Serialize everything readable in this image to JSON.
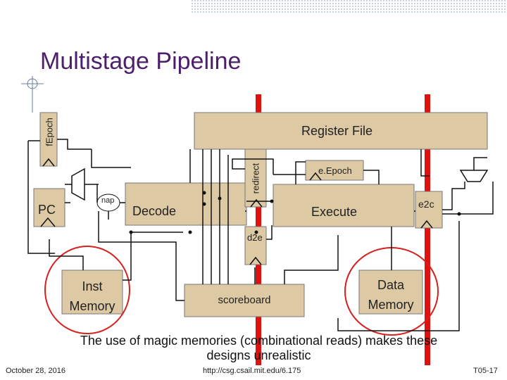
{
  "slide": {
    "title": "Multistage Pipeline",
    "note": "The use of magic memories (combinational reads) makes these designs unrealistic",
    "footer_date": "October 28, 2016",
    "footer_url": "http://csg.csail.mit.edu/6.175",
    "footer_slide": "T05-17"
  },
  "diagram": {
    "register_file": "Register File",
    "fepoch": "fEpoch",
    "pc": "PC",
    "nap": "nap",
    "decode": "Decode",
    "redirect": "redirect",
    "eepoch": "e.Epoch",
    "execute": "Execute",
    "e2c": "e2c",
    "d2e": "d2e",
    "inst_memory_1": "Inst",
    "inst_memory_2": "Memory",
    "scoreboard": "scoreboard",
    "data_memory_1": "Data",
    "data_memory_2": "Memory"
  },
  "colors": {
    "title": "#4b1f6a",
    "block_fill": "#ddc9a3",
    "red_bar": "#e0120f",
    "circle": "#d62020"
  }
}
